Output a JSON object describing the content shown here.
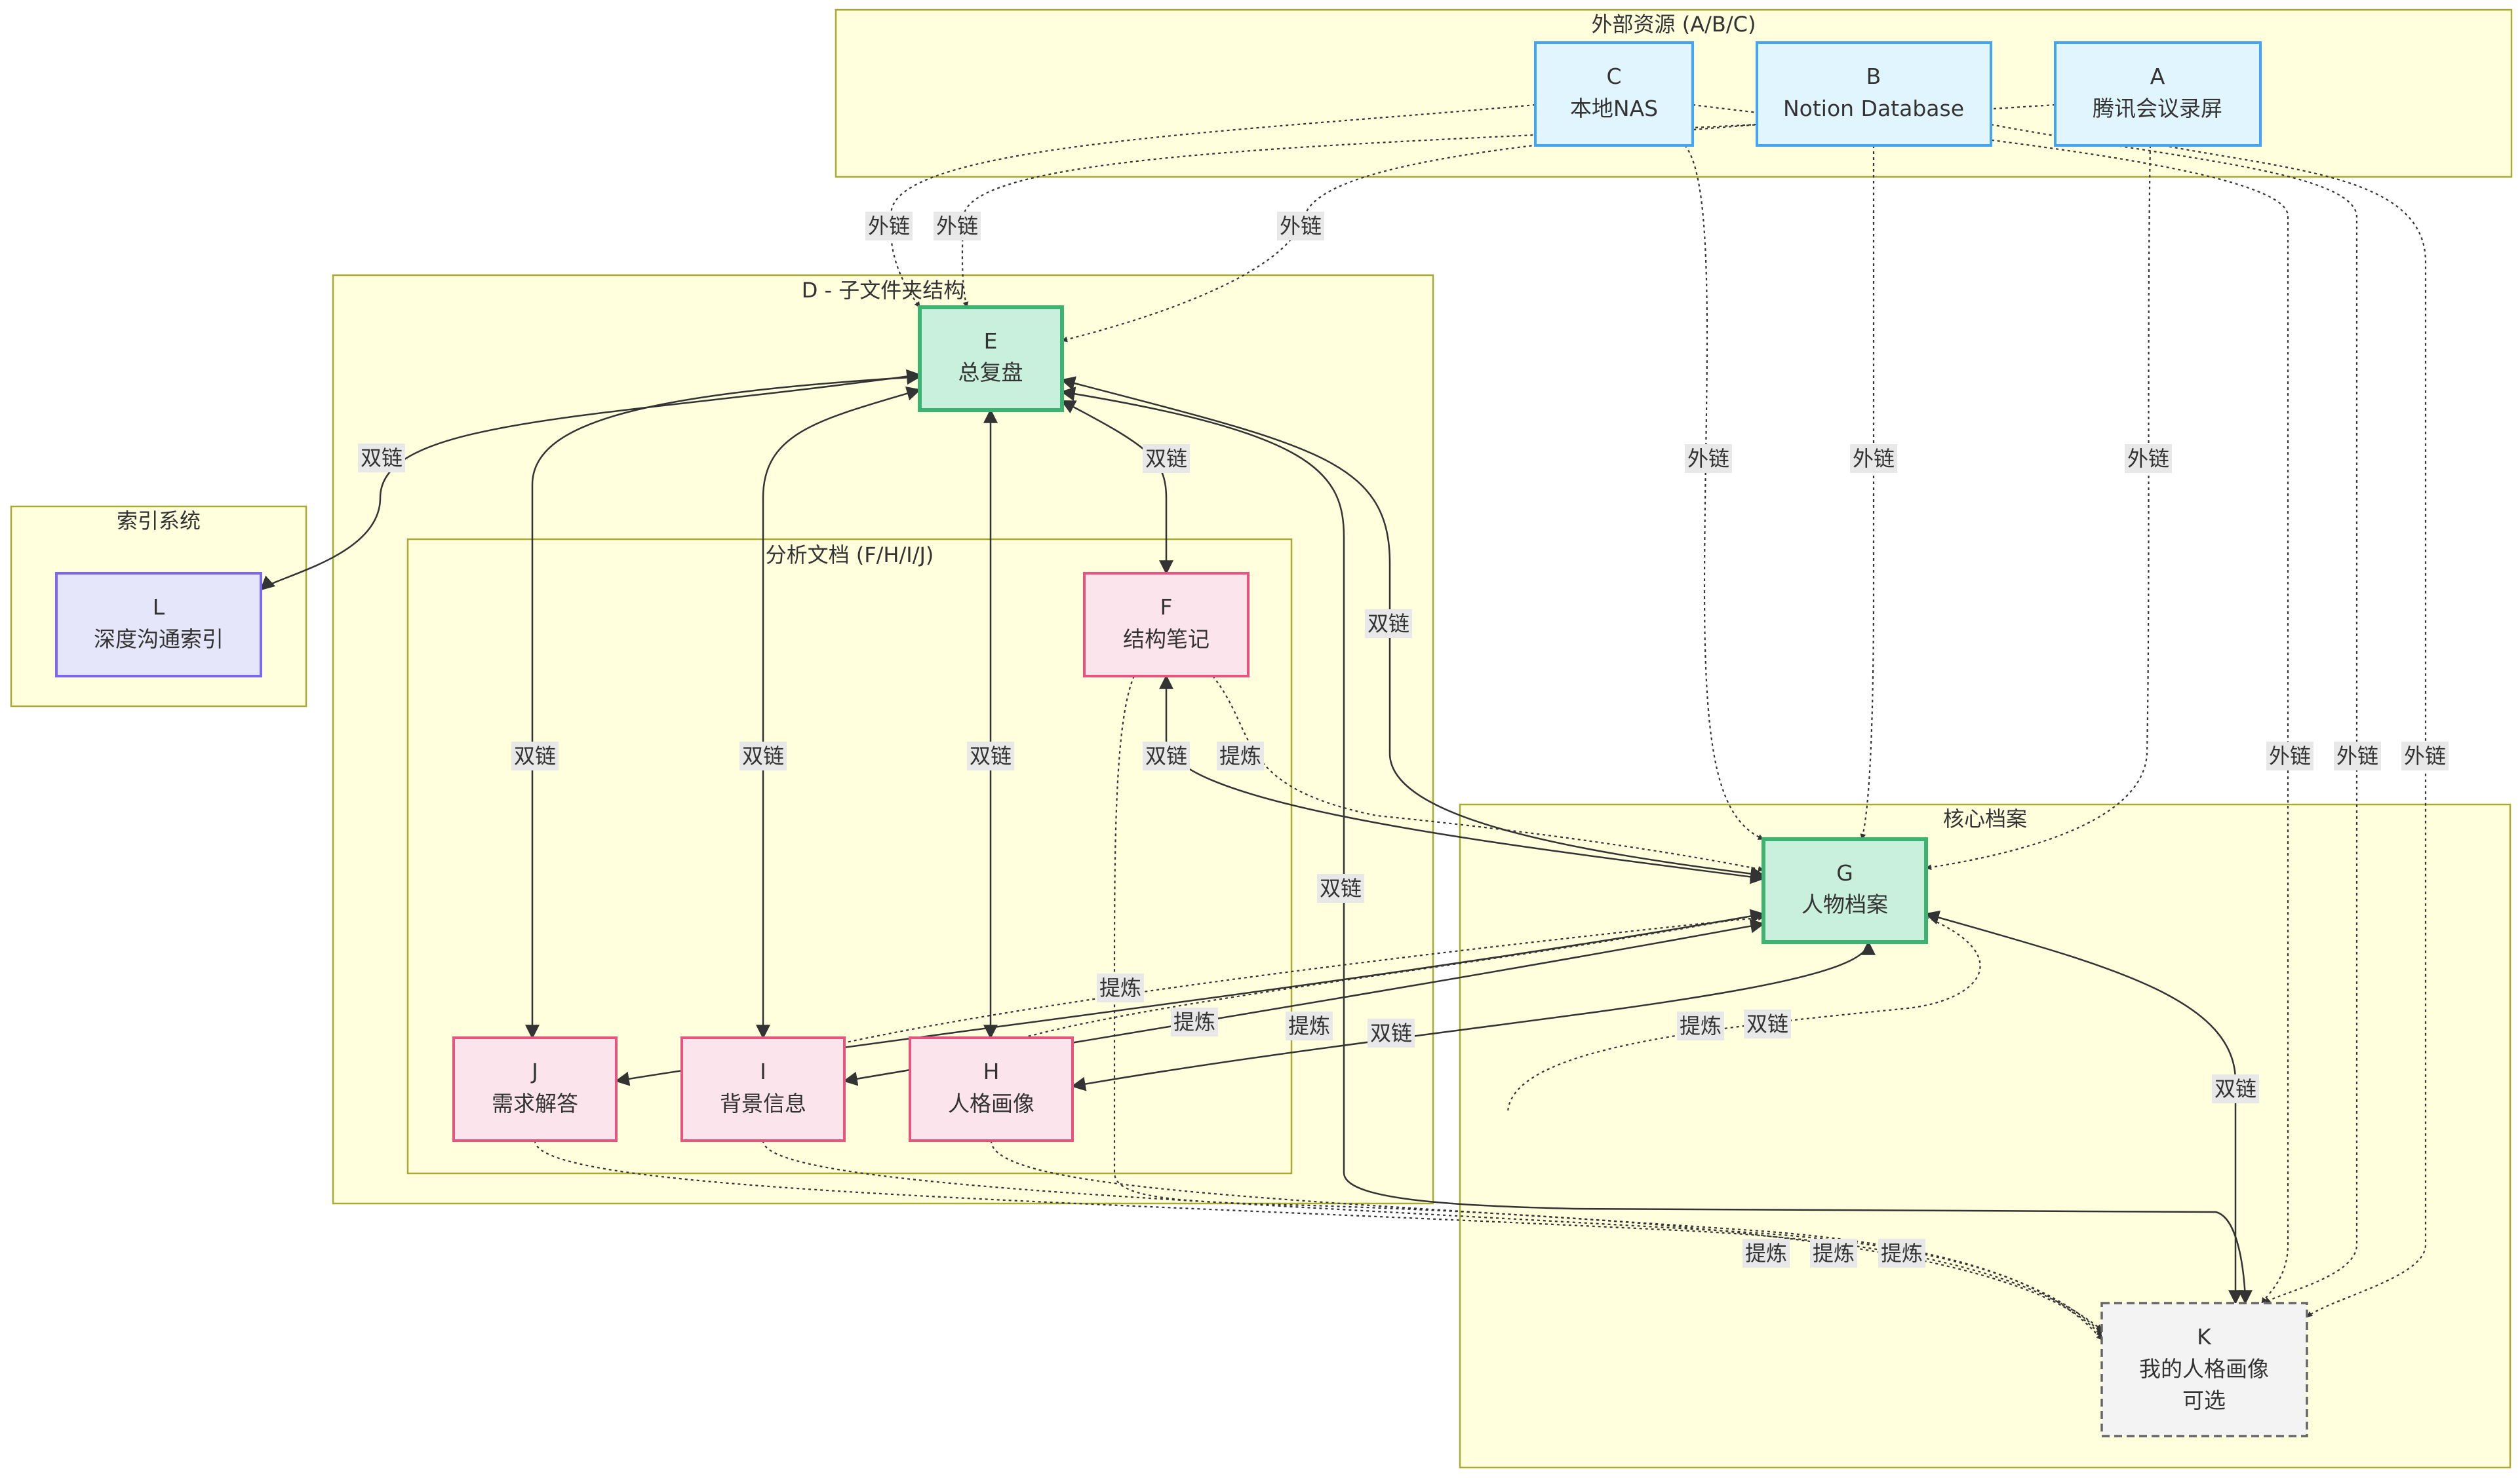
{
  "clusters": {
    "external": "外部资源 (A/B/C)",
    "index": "索引系统",
    "subfolder": "D - 子文件夹结构",
    "analysis": "分析文档 (F/H/I/J)",
    "core": "核心档案"
  },
  "nodes": {
    "A": [
      "A",
      "腾讯会议录屏"
    ],
    "B": [
      "B",
      "Notion Database"
    ],
    "C": [
      "C",
      "本地NAS"
    ],
    "E": [
      "E",
      "总复盘"
    ],
    "F": [
      "F",
      "结构笔记"
    ],
    "G": [
      "G",
      "人物档案"
    ],
    "H": [
      "H",
      "人格画像"
    ],
    "I": [
      "I",
      "背景信息"
    ],
    "J": [
      "J",
      "需求解答"
    ],
    "K": [
      "K",
      "我的人格画像",
      "可选"
    ],
    "L": [
      "L",
      "深度沟通索引"
    ]
  },
  "edge_labels": {
    "external_link": "外链",
    "bidirectional_link": "双链",
    "refine": "提炼"
  },
  "colors": {
    "cluster_fill": "#ffffde",
    "cluster_stroke": "#aaaa33",
    "external_fill": "#e1f5fe",
    "external_stroke": "#42a5f5",
    "core_fill": "#c8f0dc",
    "core_stroke": "#3cb371",
    "analysis_fill": "#fce4ec",
    "analysis_stroke": "#e75480",
    "index_fill": "#e6e6fa",
    "index_stroke": "#7b68ee",
    "optional_fill": "#f3f3f3",
    "optional_stroke": "#666666",
    "edge_color": "#333333",
    "label_bg": "#e8e8e8"
  }
}
